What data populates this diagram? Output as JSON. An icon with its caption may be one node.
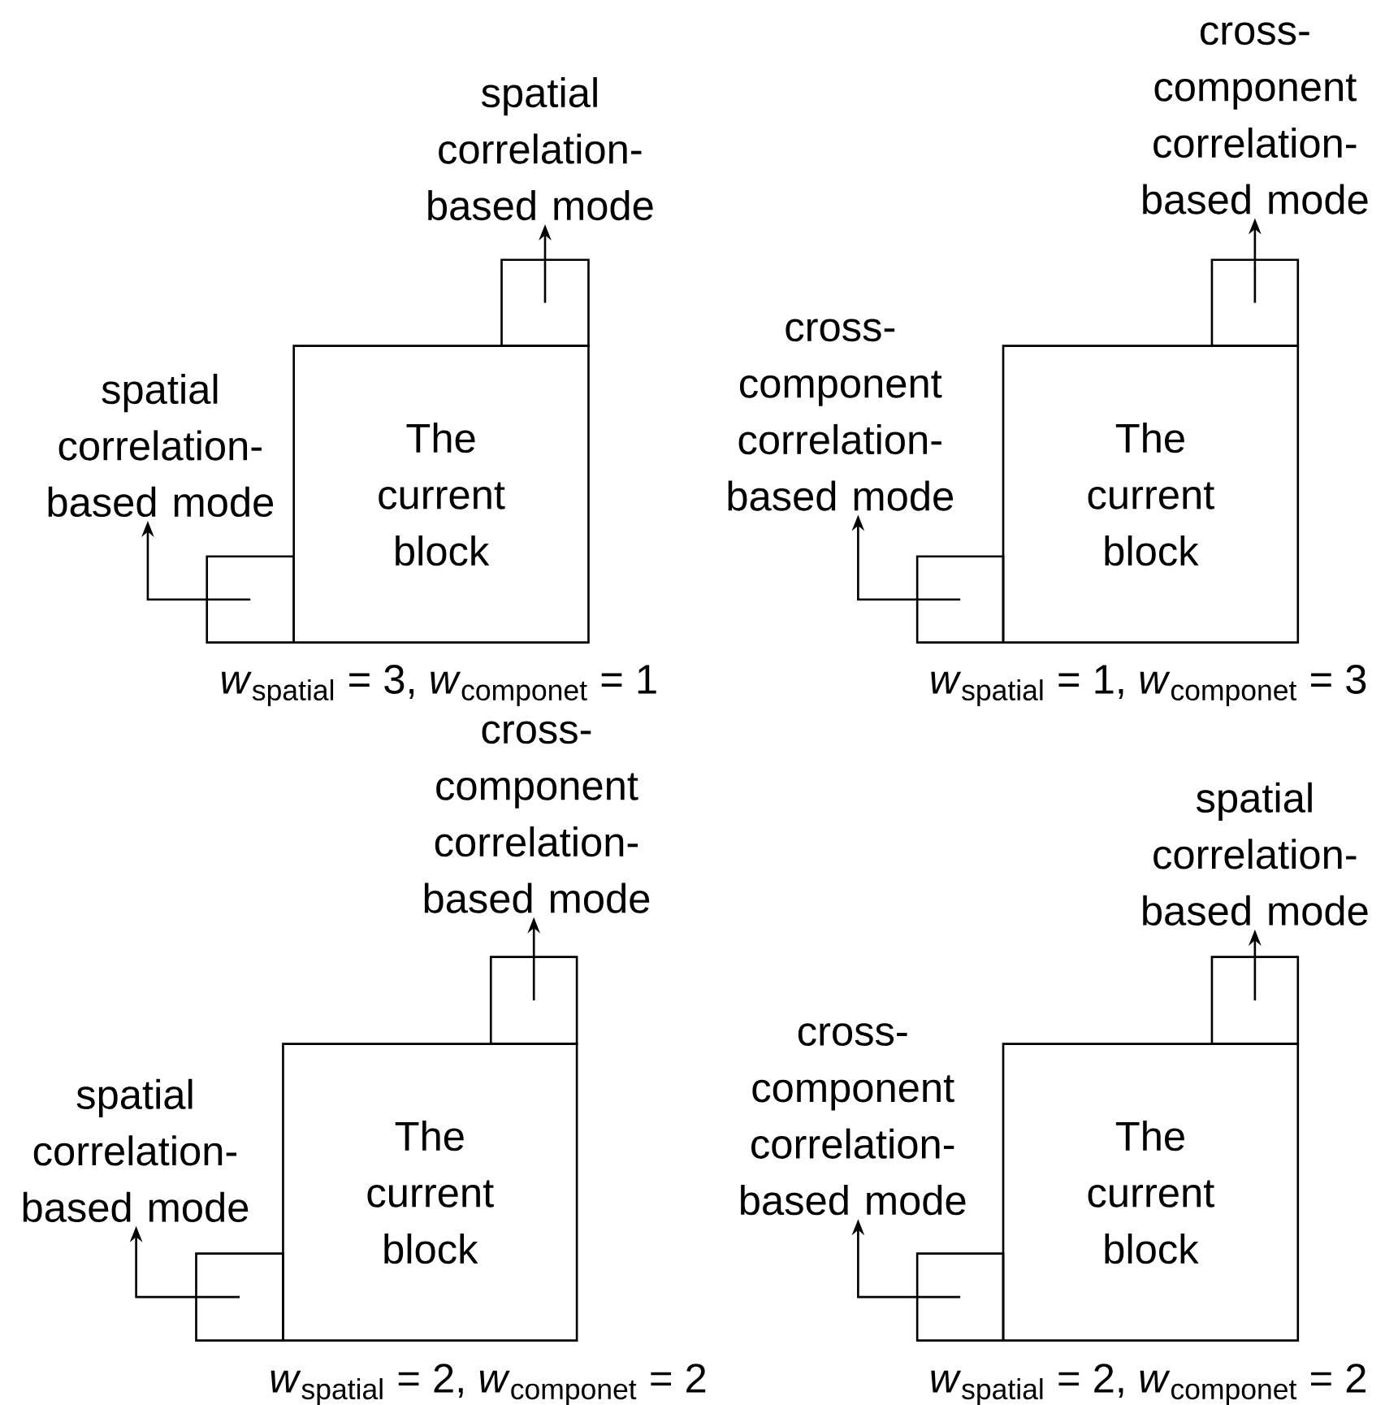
{
  "diagram": {
    "nodes": [
      {
        "text": [
          "spatial correlation-based mode"
        ]
      },
      {
        "text": [
          "spatial correlation-based mode"
        ]
      },
      {
        "text": [
          "The current block"
        ]
      },
      {
        "text": [],
        "shape": "box"
      },
      {
        "text": [],
        "shape": "box"
      },
      {
        "text": [
          "cross-component correlation-based mode"
        ]
      },
      {
        "text": [
          "cross-component correlation-based mode"
        ]
      },
      {
        "text": [
          "The current block"
        ]
      },
      {
        "text": [],
        "shape": "box"
      },
      {
        "text": [],
        "shape": "box"
      },
      {
        "text": [
          "cross-component correlation-based mode"
        ]
      },
      {
        "text": [
          "spatial correlation-based mode"
        ]
      },
      {
        "text": [
          "The current block"
        ]
      },
      {
        "text": [],
        "shape": "box"
      },
      {
        "text": [],
        "shape": "box"
      },
      {
        "text": [
          "spatial correlation-based mode"
        ]
      },
      {
        "text": [
          "cross-component correlation-based mode"
        ]
      },
      {
        "text": [
          "The current block"
        ]
      },
      {
        "text": [],
        "shape": "box"
      },
      {
        "text": [],
        "shape": "box"
      }
    ],
    "edges": [
      {
        "from": 3,
        "to": 0,
        "arrow": "to"
      },
      {
        "from": 4,
        "to": 1,
        "arrow": "to"
      },
      {
        "from": 8,
        "to": 5,
        "arrow": "to"
      },
      {
        "from": 9,
        "to": 6,
        "arrow": "to"
      },
      {
        "from": 13,
        "to": 10,
        "arrow": "to"
      },
      {
        "from": 14,
        "to": 11,
        "arrow": "to"
      },
      {
        "from": 18,
        "to": 15,
        "arrow": "to"
      },
      {
        "from": 19,
        "to": 16,
        "arrow": "to"
      }
    ],
    "labels": [
      "*w*$_{spatial}$ = 3, *w*$_{componet}$ = 1",
      "*w*$_{spatial}$ = 1, *w*$_{componet}$ = 3",
      "*w*$_{spatial}$ = 2, *w*$_{componet}$ = 2",
      "*w*$_{spatial}$ = 2, *w*$_{componet}$ = 2"
    ]
  }
}
